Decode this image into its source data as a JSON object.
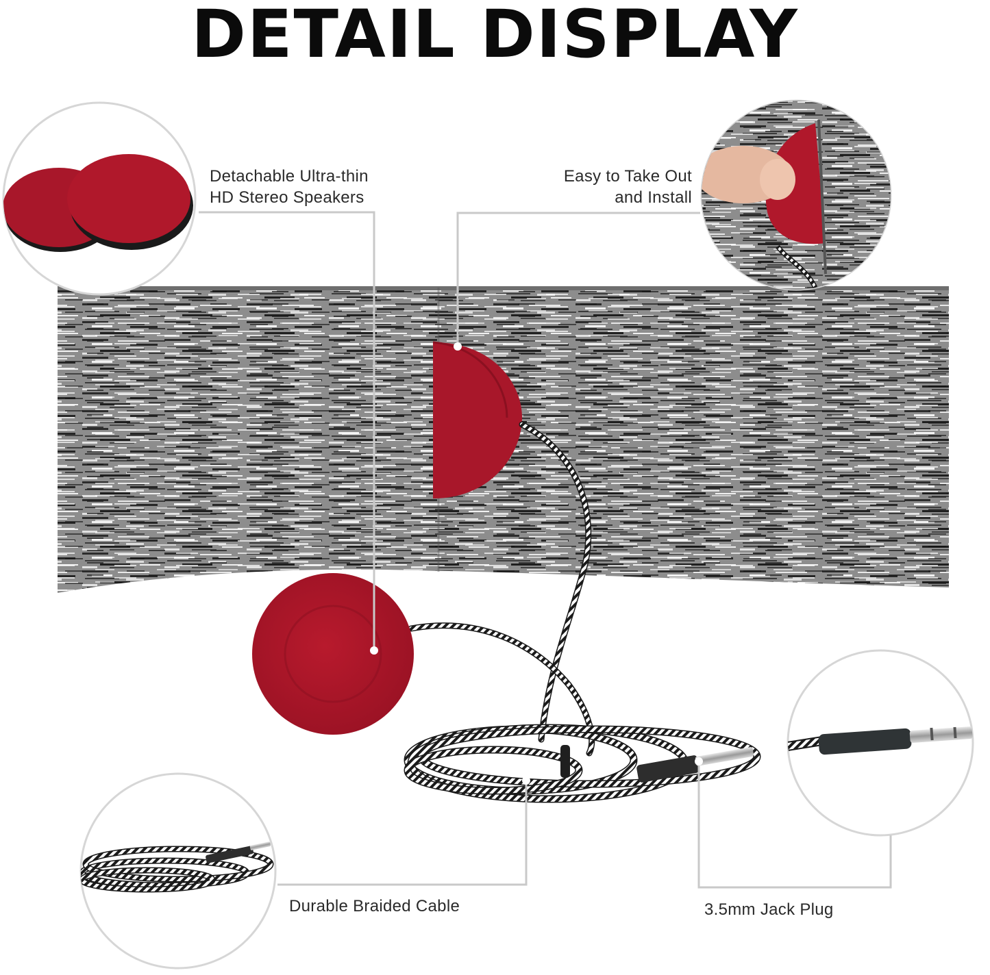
{
  "title": "DETAIL DISPLAY",
  "callouts": {
    "speakers": {
      "line1": "Detachable Ultra-thin",
      "line2": "HD Stereo Speakers"
    },
    "install": {
      "line1": "Easy to Take Out",
      "line2": "and Install"
    },
    "cable": {
      "text": "Durable Braided Cable"
    },
    "jack": {
      "text": "3.5mm Jack Plug"
    }
  },
  "colors": {
    "speaker_red": "#b0182b",
    "fabric_gray": "#8a8a8a",
    "leader_line": "#c8c8c8",
    "title": "#0b0b0b"
  }
}
